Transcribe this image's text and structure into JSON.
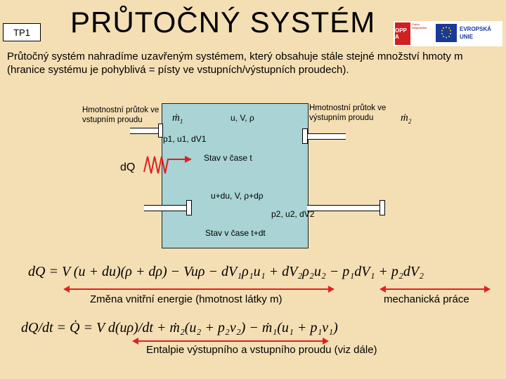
{
  "header": {
    "badge": "TP1",
    "title": "PRŮTOČNÝ SYSTÉM",
    "opp_label": "OPP A",
    "opp_text": "Praha Adaptabilita",
    "eu_label_line1": "EVROPSKÁ",
    "eu_label_line2": "UNIE"
  },
  "intro": "Průtočný systém nahradíme uzavřeným systémem, který obsahuje stále stejné množství hmoty m (hranice systému je pohyblivá = písty ve vstupních/výstupních proudech).",
  "diagram": {
    "inlet_label_line1": "Hmotnostní průtok ve",
    "inlet_label_line2": "vstupním proudu",
    "inlet_symbol": "ṁ",
    "inlet_sub": "1",
    "outlet_label_line1": "Hmotnostní průtok ve",
    "outlet_label_line2": "výstupním proudu",
    "outlet_symbol": "ṁ",
    "outlet_sub": "2",
    "state_top": "u, V, ρ",
    "inlet_state": "p1,  u1, dV1",
    "heat_label": "dQ",
    "time_t": "Stav v čase t",
    "state_bottom": "u+du, V, ρ+dρ",
    "outlet_state": "p2,  u2, dV2",
    "time_tdt": "Stav v čase t+dt"
  },
  "equation1": "dQ = V (u + du)(ρ + dρ) − Vuρ − dV₁ρ₁u₁ + dV₂ρ₂u₂ − p₁dV₁ + p₂dV₂",
  "note_internal": "Změna vnitřní energie (hmotnost látky m)",
  "note_mechanical": "mechanická práce",
  "equation2": "dQ/dt = Q̇ = V d(uρ)/dt + ṁ₂(u₂ + p₂v₂) − ṁ₁(u₁ + p₁v₁)",
  "note_enthalpy": "Entalpie výstupního a vstupního proudu (viz dále)",
  "colors": {
    "background": "#f4dfb4",
    "system": "#a9d3d4",
    "accent_red": "#e02020"
  }
}
